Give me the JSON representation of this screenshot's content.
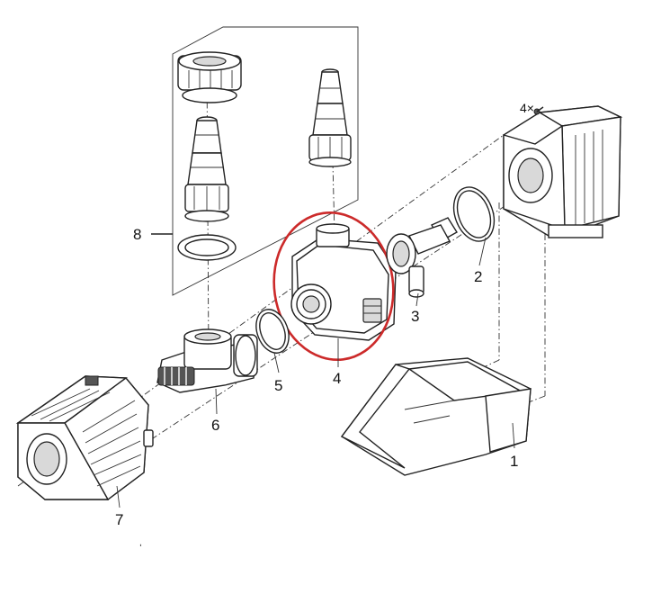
{
  "diagram": {
    "labels": {
      "part1": "1",
      "part2": "2",
      "part3": "3",
      "part4": "4",
      "part5": "5",
      "part6": "6",
      "part7": "7",
      "part8": "8",
      "screws": "4×",
      "stray_mark": "ˌ"
    },
    "highlight_color": "#cc2a2a"
  }
}
